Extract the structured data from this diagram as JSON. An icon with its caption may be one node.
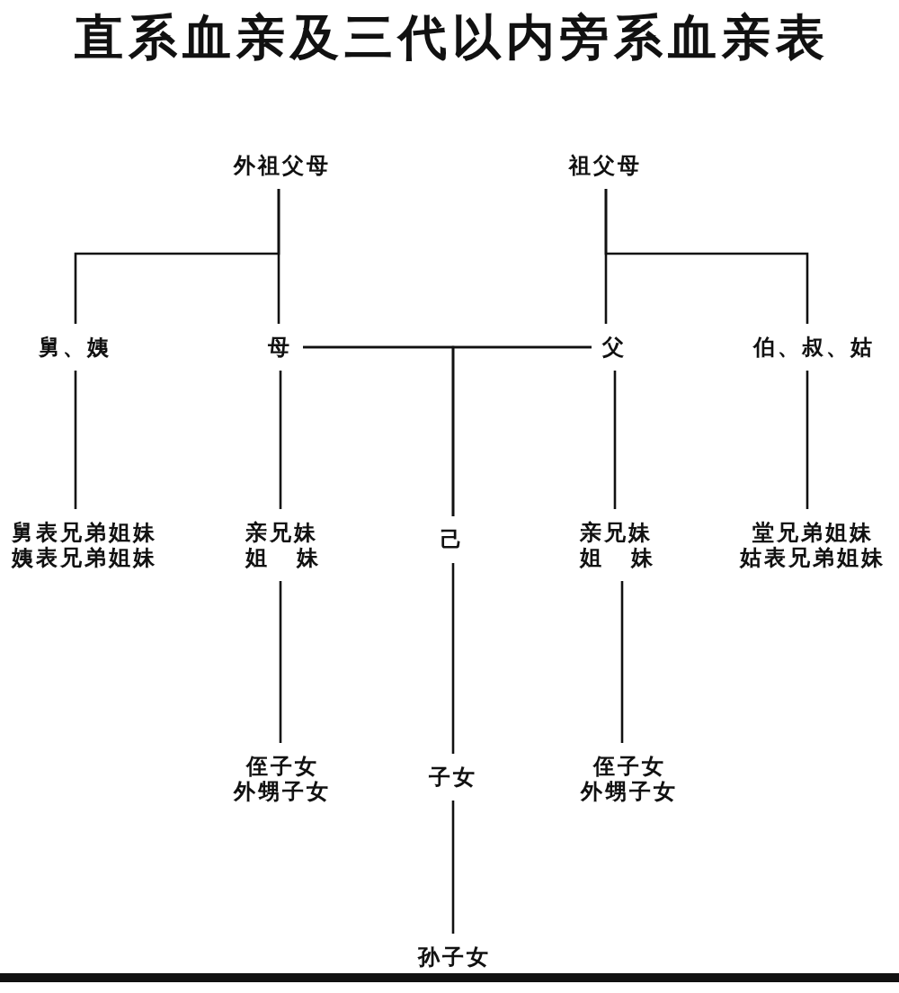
{
  "diagram": {
    "title": "直系血亲及三代以内旁系血亲表",
    "nodes": [
      {
        "text": [
          "外祖父母"
        ]
      },
      {
        "text": [
          "祖父母"
        ]
      },
      {
        "text": [
          "舅、姨"
        ]
      },
      {
        "text": [
          "母"
        ]
      },
      {
        "text": [
          "父"
        ]
      },
      {
        "text": [
          "伯、叔、姑"
        ]
      },
      {
        "text": [
          "舅表兄弟姐妹",
          "姨表兄弟姐妹"
        ]
      },
      {
        "text": [
          "亲兄妹",
          "姐妹"
        ]
      },
      {
        "text": [
          "己"
        ]
      },
      {
        "text": [
          "亲兄妹",
          "姐妹"
        ]
      },
      {
        "text": [
          "堂兄弟姐妹",
          "姑表兄弟姐妹"
        ]
      },
      {
        "text": [
          "侄子女",
          "外甥子女"
        ]
      },
      {
        "text": [
          "子女"
        ]
      },
      {
        "text": [
          "侄子女",
          "外甥子女"
        ]
      },
      {
        "text": [
          "孙子女"
        ]
      }
    ],
    "edges": [
      {
        "from": 0,
        "to": 3,
        "arrow": "none"
      },
      {
        "from": 0,
        "to": 2,
        "arrow": "none"
      },
      {
        "from": 1,
        "to": 4,
        "arrow": "none"
      },
      {
        "from": 1,
        "to": 5,
        "arrow": "none"
      },
      {
        "from": 3,
        "to": 4,
        "arrow": "none"
      },
      {
        "from": 3,
        "to": 8,
        "arrow": "none"
      },
      {
        "from": 4,
        "to": 8,
        "arrow": "none"
      },
      {
        "from": 2,
        "to": 6,
        "arrow": "none"
      },
      {
        "from": 3,
        "to": 7,
        "arrow": "none"
      },
      {
        "from": 4,
        "to": 9,
        "arrow": "none"
      },
      {
        "from": 5,
        "to": 10,
        "arrow": "none"
      },
      {
        "from": 7,
        "to": 11,
        "arrow": "none"
      },
      {
        "from": 8,
        "to": 12,
        "arrow": "none"
      },
      {
        "from": 9,
        "to": 13,
        "arrow": "none"
      },
      {
        "from": 12,
        "to": 14,
        "arrow": "none"
      }
    ]
  }
}
